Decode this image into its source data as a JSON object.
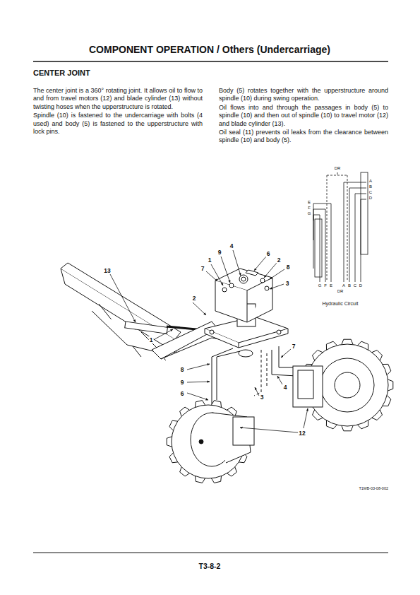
{
  "diagram": {
    "title": "COMPONENT OPERATION / Others (Undercarriage)",
    "labels": [
      "CENTER JOINT",
      "The center joint is a 360° rotating joint. It allows oil to flow to and from travel motors (12) and blade cylinder (13) without twisting hoses when the upperstructure is rotated.",
      "Spindle (10) is fastened to the undercarriage with bolts (4 used) and body (5) is fastened to the upperstructure with lock pins.",
      "Body (5) rotates together with the upperstructure around spindle (10) during swing operation.",
      "Oil flows into and through the passages in body (5) to spindle (10) and then out of spindle (10) to travel motor (12) and blade cylinder (13).",
      "Oil seal (11) prevents oil leaks from the clearance between spindle (10) and body (5).",
      "DR",
      "A",
      "B",
      "C",
      "D",
      "E",
      "F",
      "G",
      "G",
      "F",
      "E",
      "A",
      "B",
      "C",
      "D",
      "DR",
      "Hydraulic Circuit",
      "13",
      "1",
      "9",
      "4",
      "6",
      "2",
      "7",
      "8",
      "3",
      "2",
      "1",
      "7",
      "8",
      "9",
      "6",
      "4",
      "3",
      "12",
      "T1MB-03-08-002",
      "T3-8-2"
    ]
  }
}
